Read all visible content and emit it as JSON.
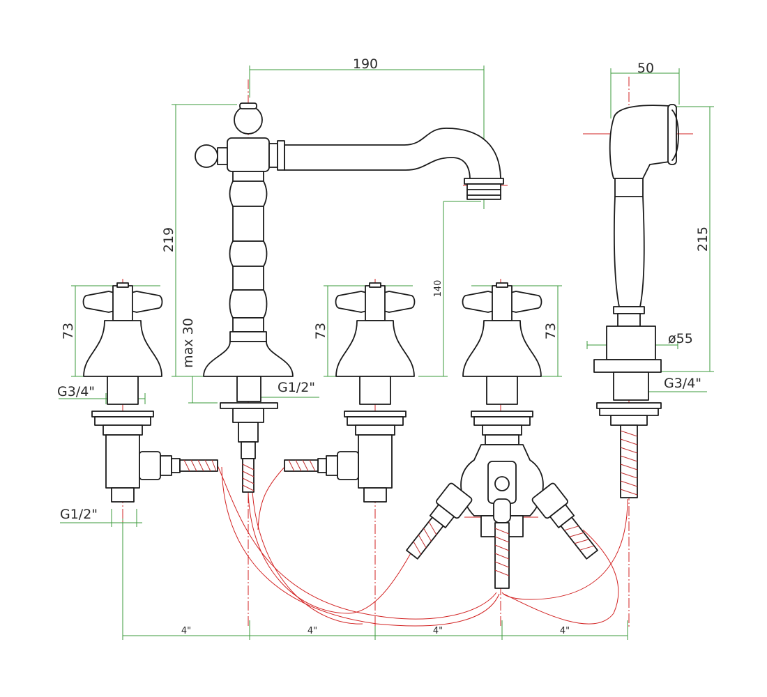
{
  "dimensions": {
    "spout_reach": "190",
    "handshower_width": "50",
    "spout_height": "219",
    "handshower_height": "215",
    "outlet_height": "140",
    "deck_thickness": "max 30",
    "handle_height_left": "73",
    "handle_height_middle": "73",
    "handle_height_right": "73",
    "diameter_55": "ø55",
    "thread_left_top": "G3/4\"",
    "thread_left_bottom": "G1/2\"",
    "thread_spout": "G1/2\"",
    "thread_shower": "G3/4\"",
    "spacing": [
      "4\"",
      "4\"",
      "4\"",
      "4\""
    ]
  },
  "colors": {
    "drawing_lines": "#1a1a1a",
    "dimension_lines": "#3a9a3a",
    "center_lines_and_hoses": "#d22222"
  }
}
